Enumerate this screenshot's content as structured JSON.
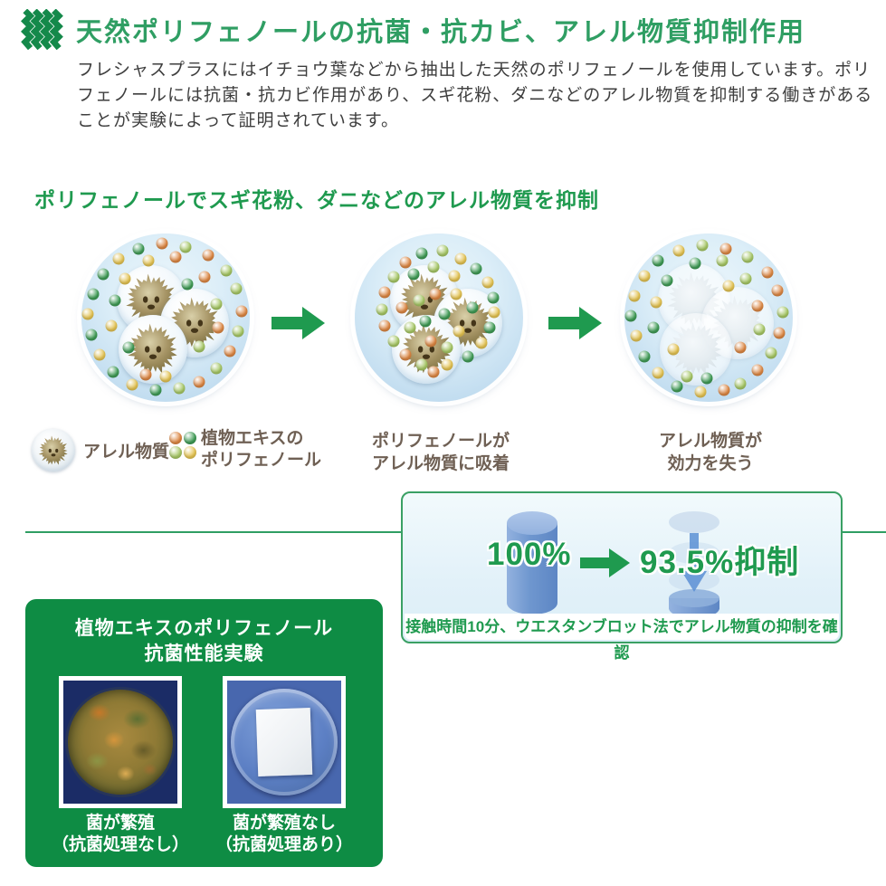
{
  "header": {
    "title": "天然ポリフェノールの抗菌・抗カビ、アレル物質抑制作用"
  },
  "intro": {
    "text": "フレシャスプラスにはイチョウ葉などから抽出した天然のポリフェノールを使用しています。ポリフェノールには抗菌・抗カビ作用があり、スギ花粉、ダニなどのアレル物質を抑制する働きがあることが実験によって証明されています。"
  },
  "diagram": {
    "subtitle": "ポリフェノールでスギ花粉、ダニなどのアレル物質を抑制",
    "legend": {
      "allergen_label": "アレル物質",
      "polyphenol_label_line1": "植物エキスの",
      "polyphenol_label_line2": "ポリフェノール",
      "dot_colors": [
        "#dd8743",
        "#3f9b55",
        "#a6c765",
        "#e4c352"
      ]
    },
    "captions": {
      "step2_line1": "ポリフェノールが",
      "step2_line2": "アレル物質に吸着",
      "step3_line1": "アレル物質が",
      "step3_line2": "効力を失う"
    }
  },
  "suppression": {
    "before_value": "100%",
    "after_value": "93.5%抑制",
    "note": "接触時間10分、ウエスタンブロット法でアレル物質の抑制を確認"
  },
  "experiment": {
    "title_line1": "植物エキスのポリフェノール",
    "title_line2": "抗菌性能実験",
    "left_caption_line1": "菌が繁殖",
    "left_caption_line2": "（抗菌処理なし）",
    "right_caption_line1": "菌が繁殖なし",
    "right_caption_line2": "（抗菌処理あり）"
  },
  "colors": {
    "title_green": "#2f9e63",
    "accent_green": "#1f9a4f",
    "experiment_green": "#0e8c44",
    "cylinder_blue": "#6f97cf",
    "text_brown": "#6f6054"
  }
}
